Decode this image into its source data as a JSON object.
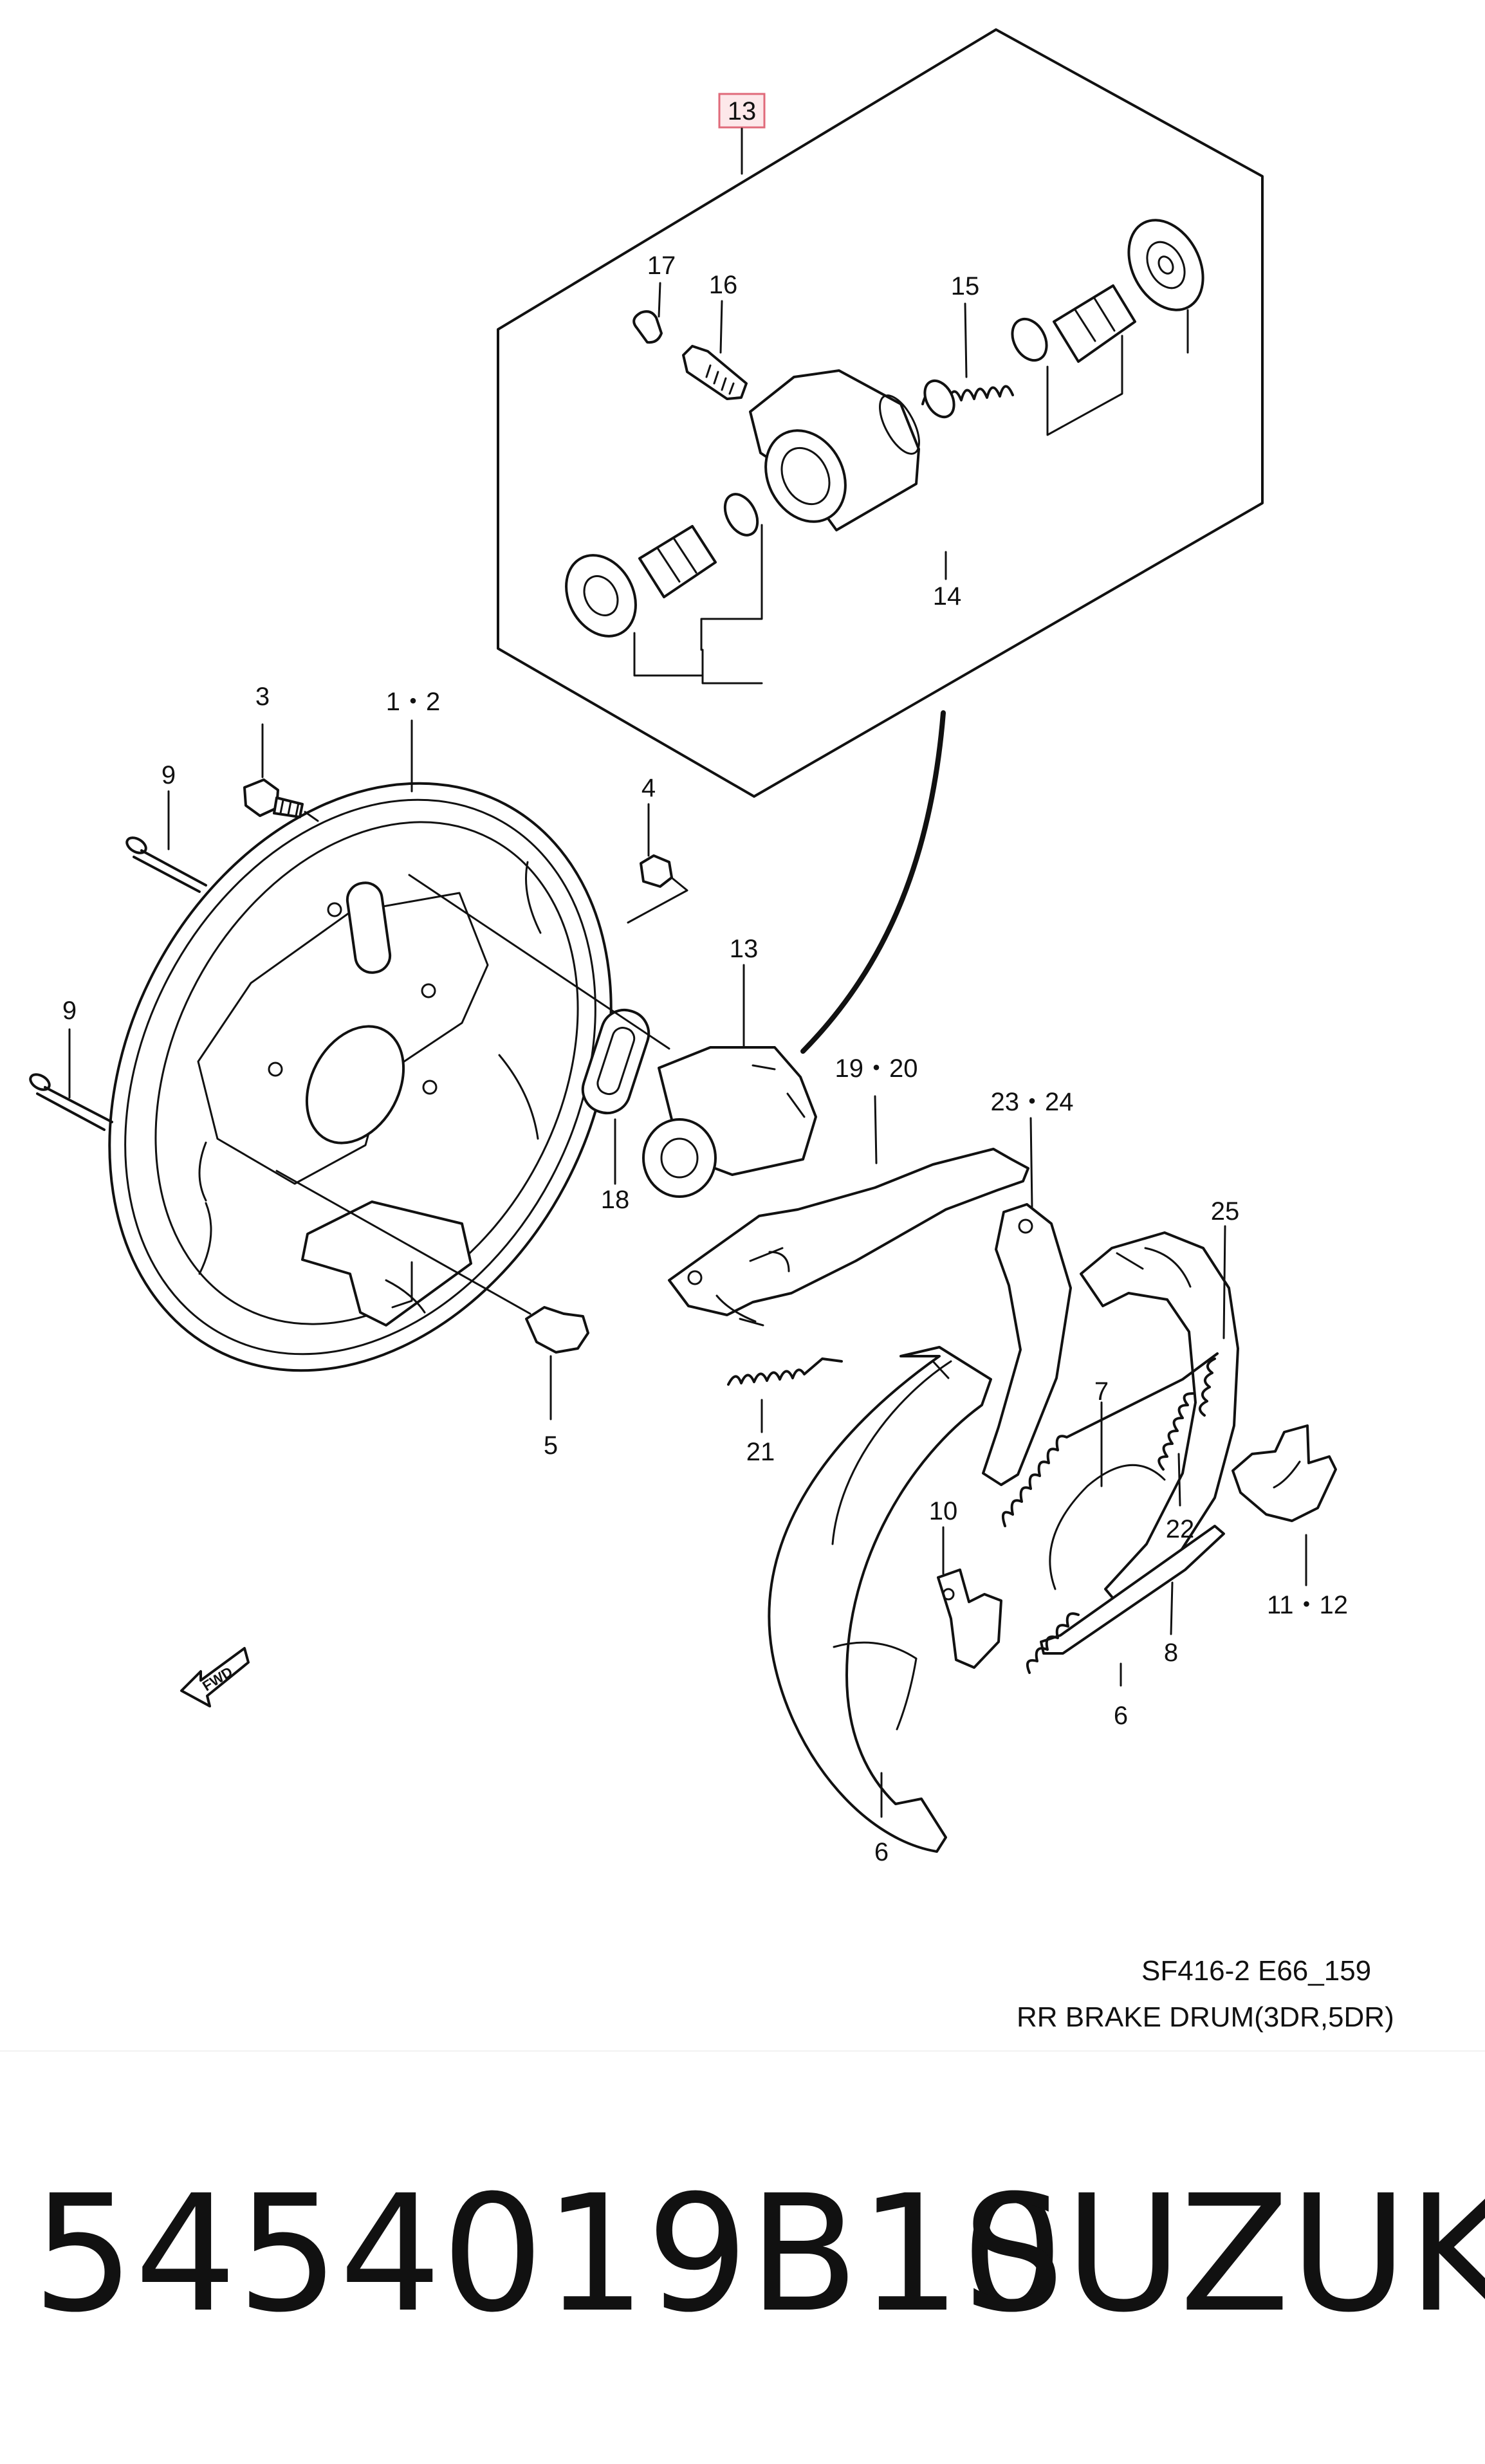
{
  "diagram": {
    "callouts": {
      "c13_box": "13",
      "c17": "17",
      "c16": "16",
      "c15": "15",
      "c14": "14",
      "c3": "3",
      "c1_2": "1・2",
      "c9_top": "9",
      "c4": "4",
      "c13": "13",
      "c9_left": "9",
      "c19_20": "19・20",
      "c23_24": "23・24",
      "c25": "25",
      "c18": "18",
      "c7": "7",
      "c5": "5",
      "c21": "21",
      "c10": "10",
      "c22": "22",
      "c11_12": "11・12",
      "c8": "8",
      "c6_right": "6",
      "c6_bottom": "6"
    },
    "fwd_label": "FWD",
    "caption_code": "SF416-2 E66_159",
    "caption_title": "RR BRAKE DRUM(3DR,5DR)",
    "highlight_color": "#e06a7a"
  },
  "product": {
    "part_number": "5454019B10",
    "brand": "SUZUKI"
  }
}
